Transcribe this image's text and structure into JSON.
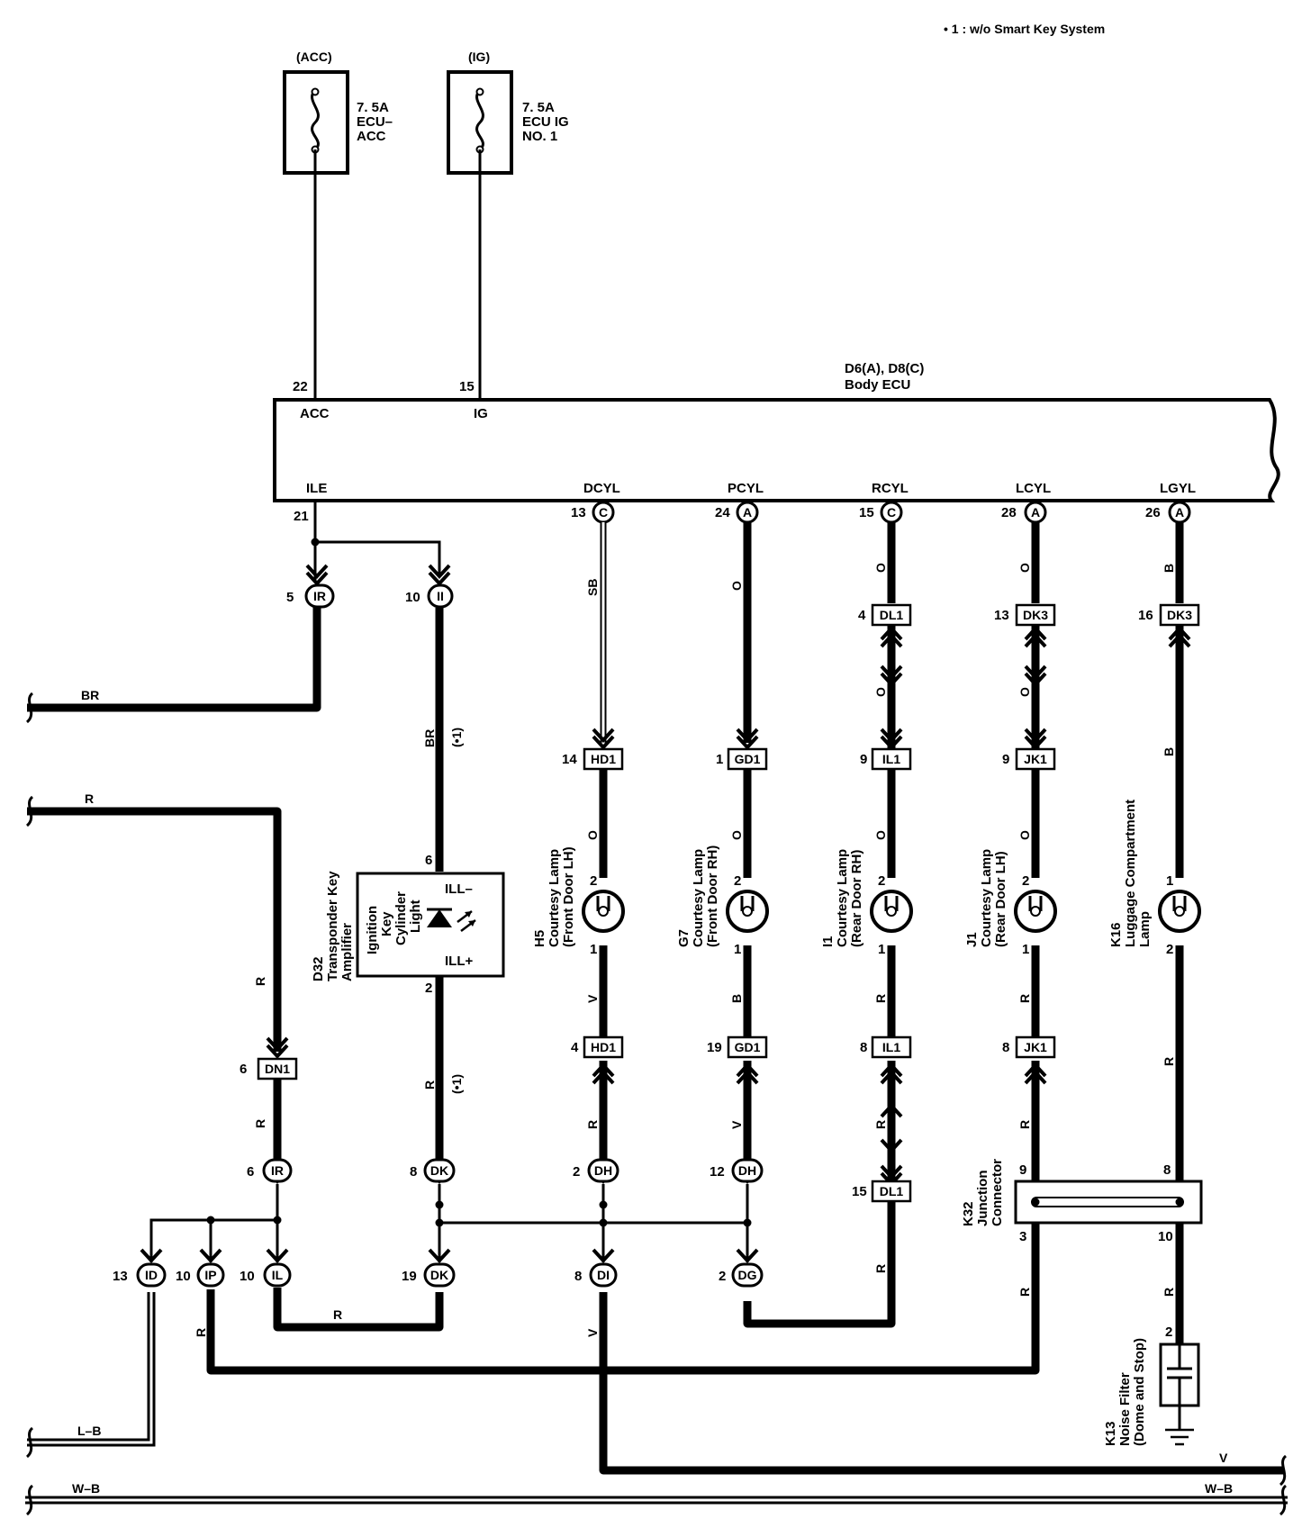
{
  "note": "• 1 : w/o Smart Key System",
  "fuses": [
    {
      "id": "fuse-acc",
      "top": "(ACC)",
      "lines": [
        "7. 5A",
        "ECU–",
        "ACC"
      ]
    },
    {
      "id": "fuse-ig",
      "top": "(IG)",
      "lines": [
        "7. 5A",
        "ECU IG",
        "NO. 1"
      ]
    }
  ],
  "ecu": {
    "title_line1": "D6(A), D8(C)",
    "title_line2": "Body ECU",
    "pins_top": [
      {
        "num": "22",
        "name": "ACC"
      },
      {
        "num": "15",
        "name": "IG"
      }
    ],
    "pins_bottom": [
      {
        "num": "21",
        "name": "ILE",
        "conn": ""
      },
      {
        "num": "13",
        "name": "DCYL",
        "conn": "C"
      },
      {
        "num": "24",
        "name": "PCYL",
        "conn": "A"
      },
      {
        "num": "15",
        "name": "RCYL",
        "conn": "C"
      },
      {
        "num": "28",
        "name": "LCYL",
        "conn": "A"
      },
      {
        "num": "26",
        "name": "LGYL",
        "conn": "A"
      }
    ]
  },
  "oval_connectors": [
    {
      "pin": "5",
      "code": "IR"
    },
    {
      "pin": "10",
      "code": "II"
    },
    {
      "pin": "6",
      "code": "IR"
    },
    {
      "pin": "8",
      "code": "DK"
    },
    {
      "pin": "2",
      "code": "DH"
    },
    {
      "pin": "12",
      "code": "DH"
    },
    {
      "pin": "13",
      "code": "ID"
    },
    {
      "pin": "10",
      "code": "IP"
    },
    {
      "pin": "10",
      "code": "IL"
    },
    {
      "pin": "19",
      "code": "DK"
    },
    {
      "pin": "8",
      "code": "DI"
    },
    {
      "pin": "2",
      "code": "DG"
    }
  ],
  "box_connectors": [
    {
      "pin": "4",
      "code": "DL1"
    },
    {
      "pin": "13",
      "code": "DK3"
    },
    {
      "pin": "16",
      "code": "DK3"
    },
    {
      "pin": "14",
      "code": "HD1"
    },
    {
      "pin": "1",
      "code": "GD1"
    },
    {
      "pin": "9",
      "code": "IL1"
    },
    {
      "pin": "9",
      "code": "JK1"
    },
    {
      "pin": "4",
      "code": "HD1"
    },
    {
      "pin": "19",
      "code": "GD1"
    },
    {
      "pin": "8",
      "code": "IL1"
    },
    {
      "pin": "8",
      "code": "JK1"
    },
    {
      "pin": "6",
      "code": "DN1"
    },
    {
      "pin": "15",
      "code": "DL1"
    }
  ],
  "wire_colors": {
    "br": "BR",
    "r": "R",
    "sb": "SB",
    "o": "O",
    "b": "B",
    "v": "V",
    "lb": "L–B",
    "wb": "W–B",
    "star1": "(•1)"
  },
  "components": {
    "d32": {
      "ref": "D32",
      "name1": "Transponder Key",
      "name2": "Amplifier",
      "inner1": "Ignition",
      "inner2": "Key",
      "inner3": "Cylinder",
      "inner4": "Light",
      "ill_minus": "ILL–",
      "ill_plus": "ILL+",
      "pin_top": "6",
      "pin_bottom": "2"
    },
    "h5": {
      "ref": "H5",
      "name1": "Courtesy Lamp",
      "name2": "(Front Door LH)",
      "pin_top": "2",
      "pin_bottom": "1"
    },
    "g7": {
      "ref": "G7",
      "name1": "Courtesy Lamp",
      "name2": "(Front Door RH)",
      "pin_top": "2",
      "pin_bottom": "1"
    },
    "i1": {
      "ref": "I1",
      "name1": "Courtesy Lamp",
      "name2": "(Rear Door RH)",
      "pin_top": "2",
      "pin_bottom": "1"
    },
    "j1": {
      "ref": "J1",
      "name1": "Courtesy Lamp",
      "name2": "(Rear Door LH)",
      "pin_top": "2",
      "pin_bottom": "1"
    },
    "k16": {
      "ref": "K16",
      "name1": "Luggage Compartment",
      "name2": "Lamp",
      "pin_top": "1",
      "pin_bottom": "2"
    },
    "k32": {
      "ref": "K32",
      "name1": "Junction",
      "name2": "Connector",
      "pins": [
        "9",
        "8",
        "3",
        "10"
      ]
    },
    "k13": {
      "ref": "K13",
      "name1": "Noise Filter",
      "name2": "(Dome and Stop)",
      "pin": "2"
    }
  }
}
